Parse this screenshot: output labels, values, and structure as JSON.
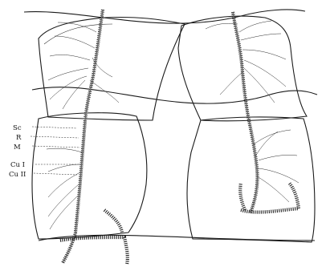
{
  "figure": {
    "labels": [
      {
        "key": "sc",
        "text": "Sc"
      },
      {
        "key": "r",
        "text": "R"
      },
      {
        "key": "m",
        "text": "M"
      },
      {
        "key": "cu1",
        "text": "Cu I"
      },
      {
        "key": "cu2",
        "text": "Cu II"
      }
    ]
  }
}
